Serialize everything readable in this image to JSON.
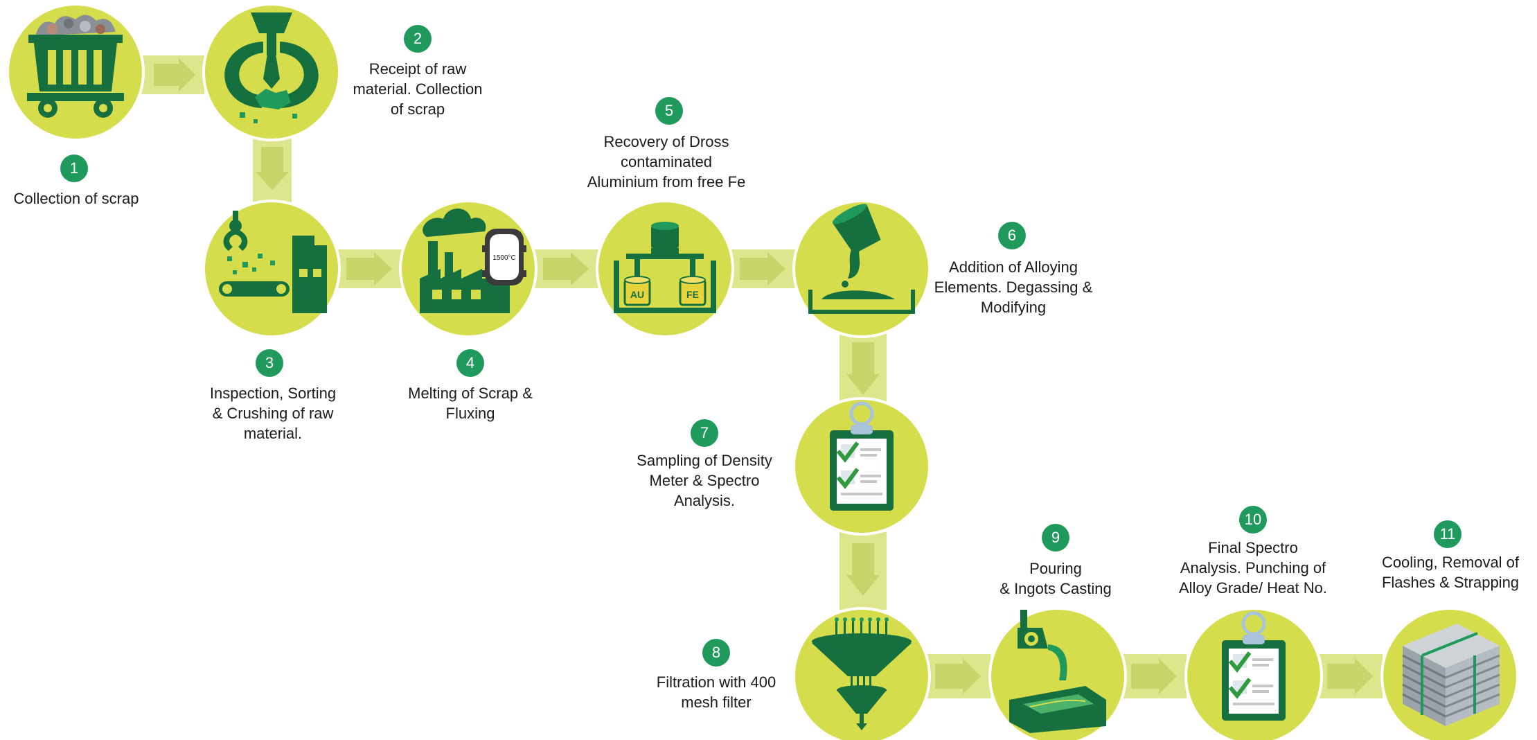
{
  "colors": {
    "circle": "#d5dd4c",
    "icon": "#166f3f",
    "arrow": "#dde68c",
    "badge": "#1f9a5c",
    "text": "#1b1b1b"
  },
  "steps": [
    {
      "number": "1",
      "label": "Collection of scrap",
      "icon": "scrap-cart-icon"
    },
    {
      "number": "2",
      "label": "Receipt of raw\nmaterial. Collection\nof scrap",
      "icon": "grab-claw-icon"
    },
    {
      "number": "3",
      "label": "Inspection, Sorting\n& Crushing  of raw\nmaterial.",
      "icon": "crusher-conveyor-icon"
    },
    {
      "number": "4",
      "label": "Melting of Scrap &\nFluxing",
      "icon": "furnace-factory-icon",
      "furnace_temp": "1500°C"
    },
    {
      "number": "5",
      "label": "Recovery of Dross\ncontaminated\nAluminium from free Fe",
      "icon": "separation-tank-icon",
      "tank_labels": [
        "AU",
        "FE"
      ]
    },
    {
      "number": "6",
      "label": "Addition of Alloying\nElements. Degassing &\nModifying",
      "icon": "pouring-bucket-icon"
    },
    {
      "number": "7",
      "label": "Sampling of Density\nMeter & Spectro\nAnalysis.",
      "icon": "clipboard-checklist-icon"
    },
    {
      "number": "8",
      "label": "Filtration with 400\nmesh filter",
      "icon": "filter-funnel-icon"
    },
    {
      "number": "9",
      "label": "Pouring\n& Ingots Casting",
      "icon": "ingot-mould-icon"
    },
    {
      "number": "10",
      "label": "Final Spectro\nAnalysis. Punching of\nAlloy Grade/ Heat No.",
      "icon": "clipboard-checklist-icon"
    },
    {
      "number": "11",
      "label": "Cooling, Removal of\nFlashes & Strapping",
      "icon": "ingot-stack-icon"
    }
  ]
}
